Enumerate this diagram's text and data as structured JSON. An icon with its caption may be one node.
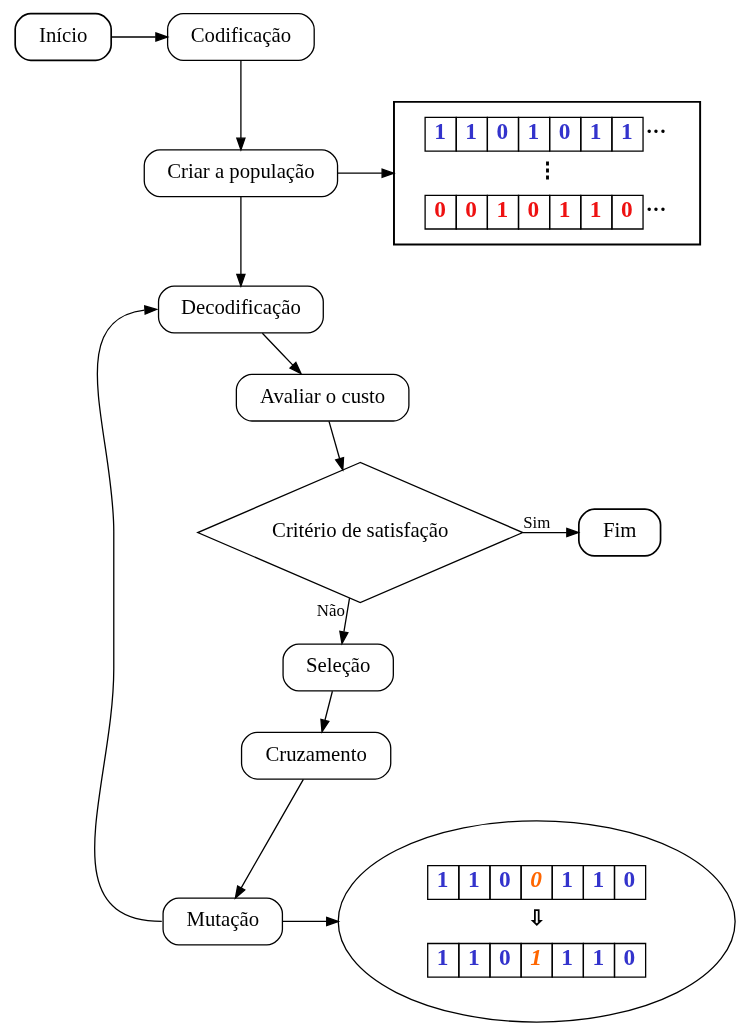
{
  "diagram": {
    "nodes": [
      {
        "text": [
          "Início"
        ]
      },
      {
        "text": [
          "Codificação"
        ]
      },
      {
        "text": [
          "Criar a população"
        ]
      },
      {
        "text": [
          "1 1 0 1 0 1 1 ···",
          "⋮",
          "0 0 1 0 1 1 0 ···"
        ]
      },
      {
        "text": [
          "Decodificação"
        ]
      },
      {
        "text": [
          "Avaliar o custo"
        ]
      },
      {
        "text": [
          "Critério de satisfação"
        ]
      },
      {
        "text": [
          "Fim"
        ]
      },
      {
        "text": [
          "Seleção"
        ]
      },
      {
        "text": [
          "Cruzamento"
        ]
      },
      {
        "text": [
          "Mutação"
        ]
      },
      {
        "text": [
          "1 1 0 0 1 1 0",
          "⇩",
          "1 1 0 1 1 1 0"
        ]
      }
    ],
    "edges": [
      {
        "from": 0,
        "to": 1,
        "arrow": "to"
      },
      {
        "from": 1,
        "to": 2,
        "arrow": "to"
      },
      {
        "from": 2,
        "to": 3,
        "arrow": "to"
      },
      {
        "from": 2,
        "to": 4,
        "arrow": "to"
      },
      {
        "from": 4,
        "to": 5,
        "arrow": "to"
      },
      {
        "from": 5,
        "to": 6,
        "arrow": "to"
      },
      {
        "from": 6,
        "to": 7,
        "arrow": "to",
        "label": "Sim"
      },
      {
        "from": 6,
        "to": 8,
        "arrow": "to",
        "label": "Não"
      },
      {
        "from": 8,
        "to": 9,
        "arrow": "to"
      },
      {
        "from": 9,
        "to": 10,
        "arrow": "to"
      },
      {
        "from": 10,
        "to": 4,
        "arrow": "to"
      },
      {
        "from": 10,
        "to": 11,
        "arrow": "to"
      }
    ]
  }
}
